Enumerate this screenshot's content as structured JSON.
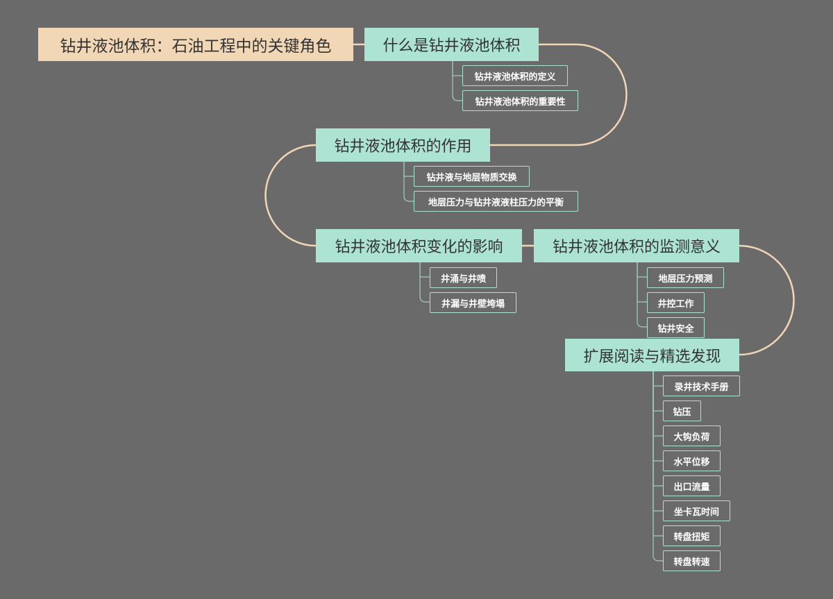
{
  "colors": {
    "background": "#6a6a6a",
    "root_fill": "#f2d7b6",
    "topic_fill": "#ade3d3",
    "leaf_border": "#ade3d3",
    "main_connector": "#f2d7b6",
    "leaf_connector": "#9fcfbf"
  },
  "root": "钻井液池体积：石油工程中的关键角色",
  "topics": [
    {
      "label": "什么是钻井液池体积",
      "children": [
        "钻井液池体积的定义",
        "钻井液池体积的重要性"
      ]
    },
    {
      "label": "钻井液池体积的作用",
      "children": [
        "钻井液与地层物质交换",
        "地层压力与钻井液液柱压力的平衡"
      ]
    },
    {
      "label": "钻井液池体积变化的影响",
      "children": [
        "井涌与井喷",
        "井漏与井壁垮塌"
      ]
    },
    {
      "label": "钻井液池体积的监测意义",
      "children": [
        "地层压力预测",
        "井控工作",
        "钻井安全"
      ]
    },
    {
      "label": "扩展阅读与精选发现",
      "children": [
        "录井技术手册",
        "钻压",
        "大钩负荷",
        "水平位移",
        "出口流量",
        "坐卡瓦时间",
        "转盘扭矩",
        "转盘转速"
      ]
    }
  ]
}
